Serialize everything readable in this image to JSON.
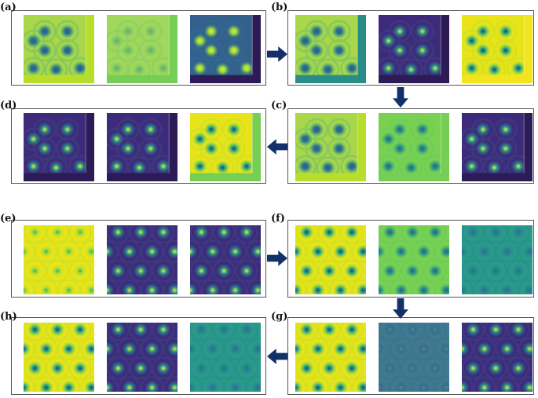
{
  "figure": {
    "panels": [
      {
        "id": "a",
        "label": "(a)",
        "maps": [
          {
            "palette": "yg",
            "spots": "dark",
            "pattern": "square",
            "edge": "yellow-green"
          },
          {
            "palette": "pale",
            "spots": "faint",
            "pattern": "square",
            "edge": "green"
          },
          {
            "palette": "vb",
            "spots": "bright",
            "pattern": "square",
            "edge": "dark-purple"
          }
        ]
      },
      {
        "id": "b",
        "label": "(b)",
        "maps": [
          {
            "palette": "yg",
            "spots": "dark",
            "pattern": "square",
            "edge": "teal"
          },
          {
            "palette": "purple",
            "spots": "bright",
            "pattern": "square",
            "edge": "dark-purple"
          },
          {
            "palette": "yellow",
            "spots": "dark",
            "pattern": "square",
            "edge": "yellow"
          }
        ]
      },
      {
        "id": "c",
        "label": "(c)",
        "maps": [
          {
            "palette": "yg",
            "spots": "dark",
            "pattern": "square",
            "edge": "yellow-green"
          },
          {
            "palette": "green",
            "spots": "dark",
            "pattern": "square",
            "edge": "green"
          },
          {
            "palette": "purple",
            "spots": "bright",
            "pattern": "square",
            "edge": "dark-purple"
          }
        ]
      },
      {
        "id": "d",
        "label": "(d)",
        "maps": [
          {
            "palette": "purple",
            "spots": "bright",
            "pattern": "square",
            "edge": "dark-purple"
          },
          {
            "palette": "purple",
            "spots": "bright",
            "pattern": "square",
            "edge": "dark-purple"
          },
          {
            "palette": "yellow",
            "spots": "dark",
            "pattern": "square",
            "edge": "green"
          }
        ]
      },
      {
        "id": "e",
        "label": "(e)",
        "maps": [
          {
            "palette": "yellow",
            "spots": "faint-dark",
            "pattern": "hex"
          },
          {
            "palette": "purple",
            "spots": "bright",
            "pattern": "hex"
          },
          {
            "palette": "purple",
            "spots": "bright",
            "pattern": "hex"
          }
        ]
      },
      {
        "id": "f",
        "label": "(f)",
        "maps": [
          {
            "palette": "yellow",
            "spots": "dark",
            "pattern": "hex"
          },
          {
            "palette": "green",
            "spots": "dark",
            "pattern": "hex"
          },
          {
            "palette": "teal",
            "spots": "faint-dark",
            "pattern": "hex"
          }
        ]
      },
      {
        "id": "g",
        "label": "(g)",
        "maps": [
          {
            "palette": "yellow",
            "spots": "dark",
            "pattern": "hex"
          },
          {
            "palette": "steel",
            "spots": "faint",
            "pattern": "hex"
          },
          {
            "palette": "purple",
            "spots": "bright",
            "pattern": "hex"
          }
        ]
      },
      {
        "id": "h",
        "label": "(h)",
        "maps": [
          {
            "palette": "yellow",
            "spots": "dark",
            "pattern": "hex"
          },
          {
            "palette": "purple",
            "spots": "bright",
            "pattern": "hex"
          },
          {
            "palette": "teal",
            "spots": "faint-dark",
            "pattern": "hex"
          }
        ]
      }
    ],
    "arrows": [
      {
        "id": "a-to-b",
        "direction": "right"
      },
      {
        "id": "b-to-c",
        "direction": "down"
      },
      {
        "id": "c-to-d",
        "direction": "left"
      },
      {
        "id": "e-to-f",
        "direction": "right"
      },
      {
        "id": "f-to-g",
        "direction": "down"
      },
      {
        "id": "g-to-h",
        "direction": "left"
      }
    ],
    "colors": {
      "arrow": "#13306b",
      "border": "#555555",
      "palettes": {
        "yg": [
          "#a9d64a",
          "#4fb57a",
          "#2a7a8c",
          "#3b4f8f"
        ],
        "pale": [
          "#9fd85c",
          "#7ec466",
          "#5fae6e",
          "#4a9a72"
        ],
        "vb": [
          "#355f8d",
          "#2a788e",
          "#8fd744",
          "#f6e620"
        ],
        "purple": [
          "#3e2a7a",
          "#3b528b",
          "#21908d",
          "#fde725"
        ],
        "yellow": [
          "#e8e419",
          "#b5de2b",
          "#35b779",
          "#2a3a80"
        ],
        "green": [
          "#7ad151",
          "#5ec962",
          "#2e9a7f",
          "#2f5a8e"
        ],
        "teal": [
          "#2a9a8a",
          "#25878e",
          "#2a6f8e",
          "#35548c"
        ],
        "steel": [
          "#3f7a8f",
          "#3a6a90",
          "#4a8a8a",
          "#3a5a8a"
        ]
      },
      "edges": {
        "yellow-green": "#b8de2c",
        "green": "#76cf55",
        "dark-purple": "#2c1b54",
        "teal": "#2a8c88",
        "yellow": "#f2e51d"
      }
    }
  }
}
